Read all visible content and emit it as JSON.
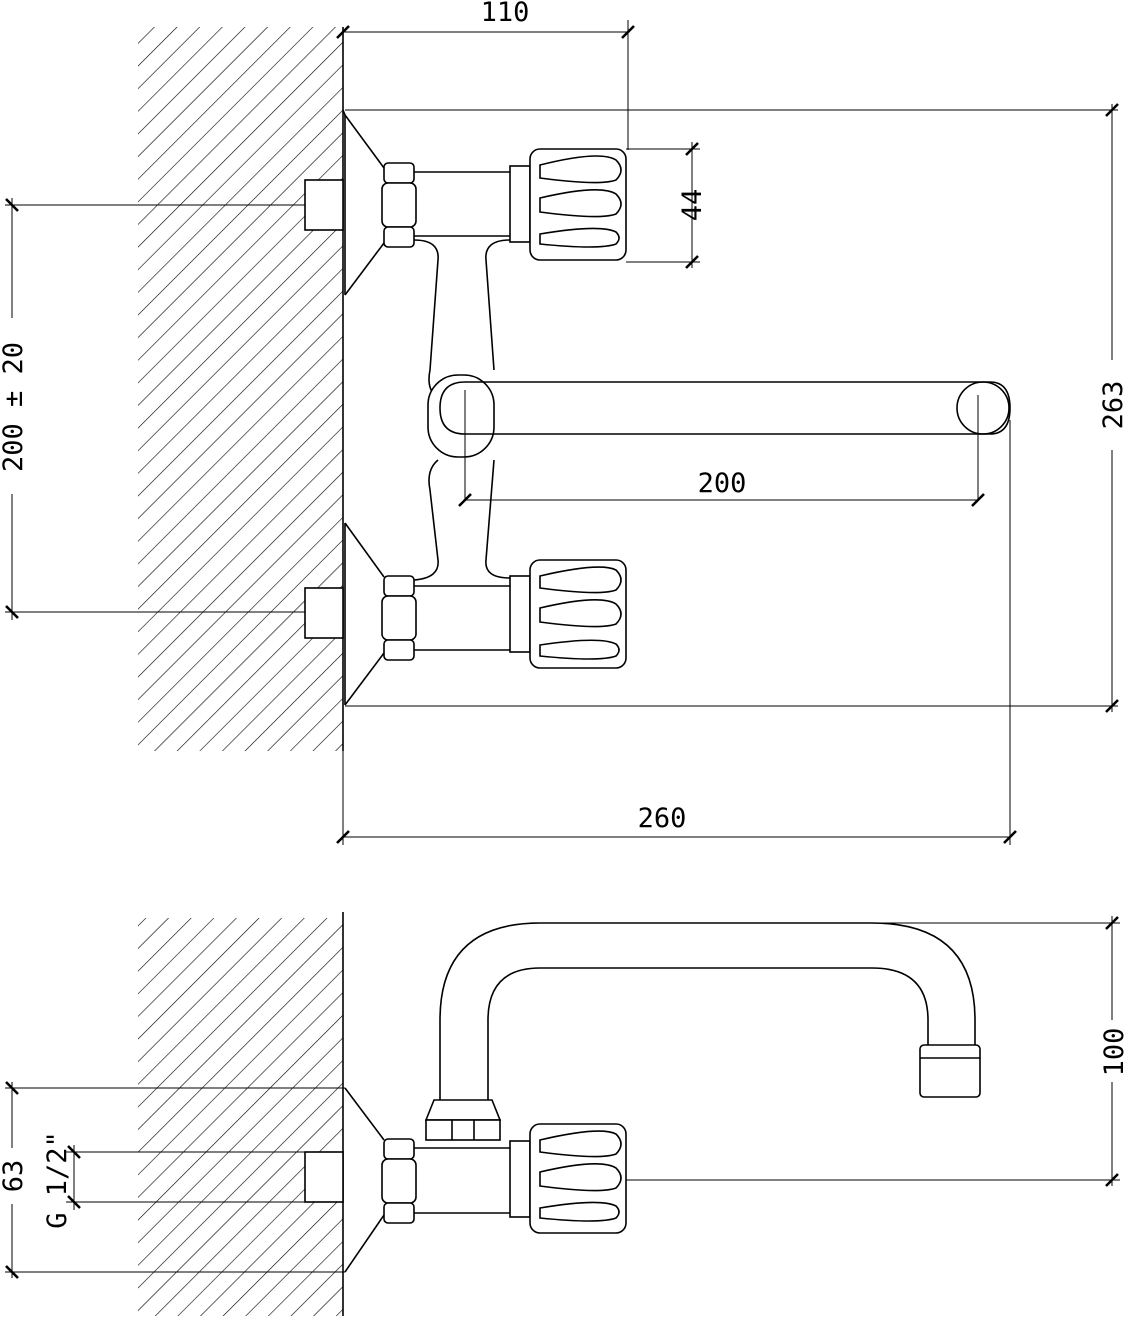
{
  "drawing": {
    "front_view": {
      "dim_top_width": "110",
      "dim_handle_height": "44",
      "dim_overall_height": "263",
      "dim_center_distance": "200 ± 20",
      "dim_spout_length": "200",
      "dim_overall_width": "260"
    },
    "side_view": {
      "dim_spout_height": "100",
      "dim_wall_depth": "63",
      "dim_thread": "G 1/2\""
    }
  }
}
